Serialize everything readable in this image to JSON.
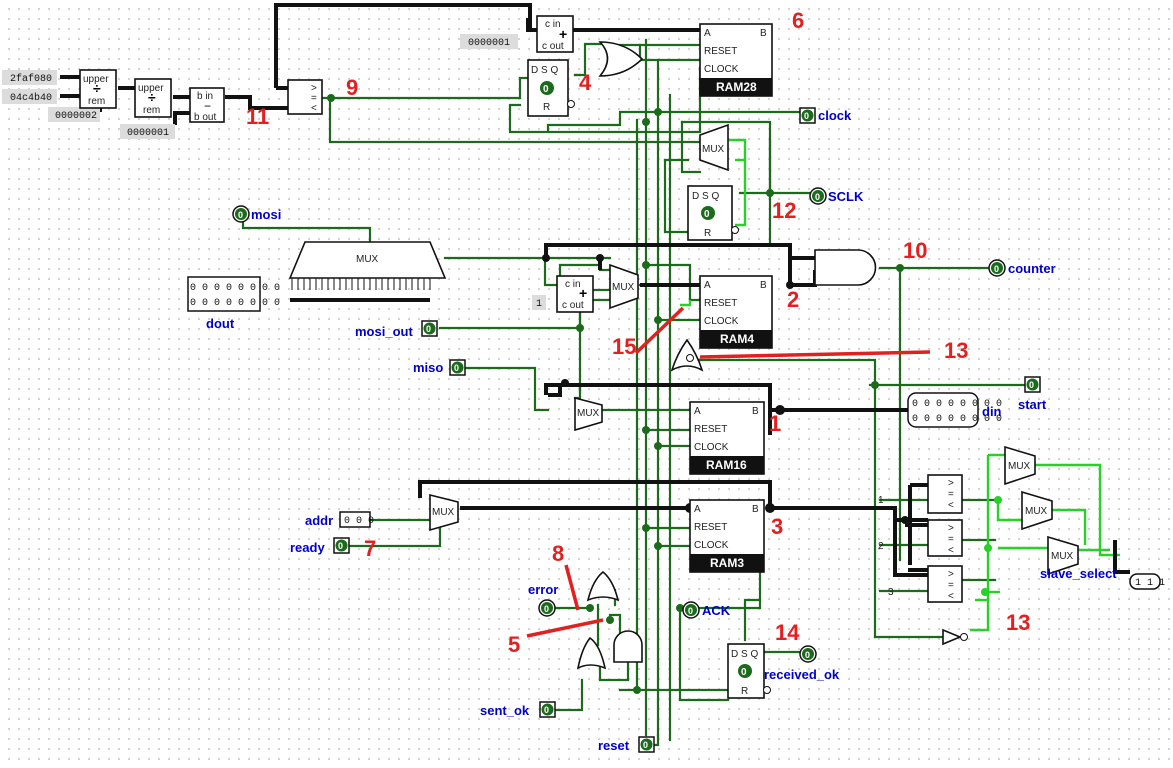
{
  "constants": {
    "c_2faf080": "2faf080",
    "c_04c4b40": "04c4b40",
    "c_0000002": "0000002",
    "c_0000001a": "0000001",
    "c_0000001b": "0000001",
    "c_one": "1"
  },
  "pins": {
    "mosi": "mosi",
    "dout": "dout",
    "mosi_out": "mosi_out",
    "miso": "miso",
    "addr": "addr",
    "ready": "ready",
    "error": "error",
    "sent_ok": "sent_ok",
    "reset": "reset",
    "ack": "ACK",
    "received_ok": "received_ok",
    "clock": "clock",
    "sclk": "SCLK",
    "counter": "counter",
    "start": "start",
    "din": "din",
    "slave_select": "slave_select",
    "zero": "0",
    "addr_value": "0 0 0",
    "dout_row": "0 0 0 0 0 0 0 0",
    "din_row": "0 0 0 0 0 0 0 0",
    "slave_value": "1 1 1"
  },
  "components": {
    "ram28": "RAM28",
    "ram4": "RAM4",
    "ram16": "RAM16",
    "ram3": "RAM3",
    "ram_a": "A",
    "ram_b": "B",
    "ram_reset": "RESET",
    "ram_clock": "CLOCK",
    "mux": "MUX",
    "upper": "upper",
    "rem": "rem",
    "c_in": "c in",
    "c_out": "c out",
    "b_in": "b in",
    "b_out": "b out",
    "dsq": "D S Q",
    "r": "R",
    "cmp_labels": "> = <",
    "cmp_consts": [
      "1",
      "2",
      "3"
    ]
  },
  "annotations": {
    "n1": "1",
    "n2": "2",
    "n3": "3",
    "n4": "4",
    "n5": "5",
    "n6": "6",
    "n7": "7",
    "n8": "8",
    "n9": "9",
    "n10": "10",
    "n11": "11",
    "n12": "12",
    "n13a": "13",
    "n13b": "13",
    "n14": "14",
    "n15": "15"
  },
  "colors": {
    "wire": "#1c6b1c",
    "wire_active": "#27d127",
    "bus": "#111111",
    "label": "#0000cc",
    "annotation": "#e2201f"
  }
}
